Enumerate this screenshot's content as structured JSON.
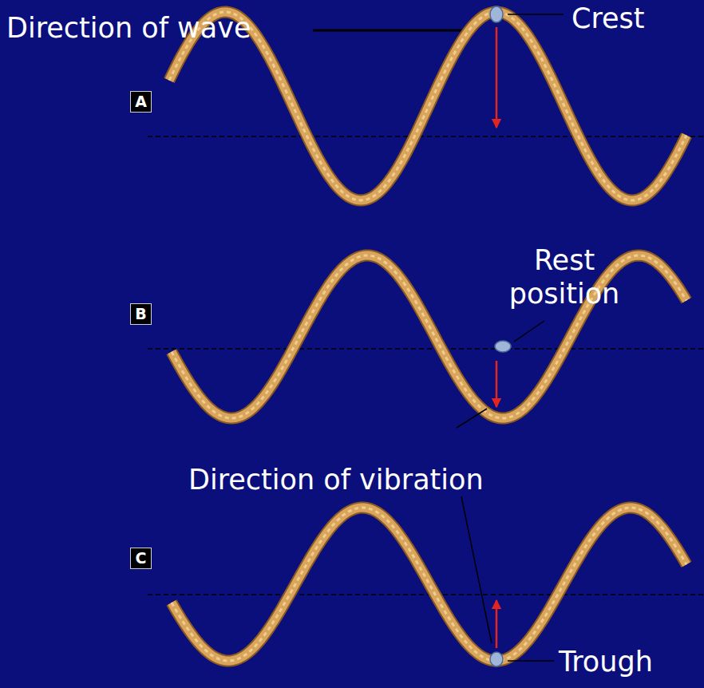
{
  "diagram": {
    "nodes": [
      {
        "text": [
          "A"
        ]
      },
      {
        "text": [
          "B"
        ]
      },
      {
        "text": [
          "C"
        ]
      }
    ],
    "labels": [
      "Direction of wave",
      "Crest",
      "Rest position",
      "Direction of vibration",
      "Trough"
    ]
  }
}
